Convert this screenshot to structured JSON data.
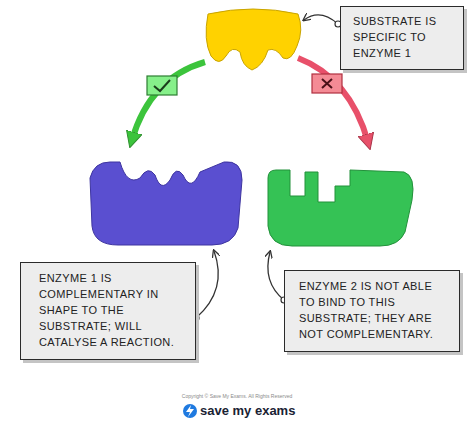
{
  "diagram": {
    "nodes": [
      {
        "text": [
          "SUBSTRATE IS SPECIFIC TO ENZYME 1"
        ]
      },
      {
        "text": [
          "ENZYME 1 IS COMPLEMENTARY IN SHAPE TO THE SUBSTRATE; WILL CATALYSE A REACTION."
        ]
      },
      {
        "text": [
          "ENZYME 2 IS NOT ABLE TO BIND TO THIS SUBSTRATE; THEY ARE NOT COMPLEMENTARY."
        ]
      }
    ],
    "labels": [
      "Copyright © Save My Exams. All Rights Reserved",
      "save my exams"
    ]
  }
}
